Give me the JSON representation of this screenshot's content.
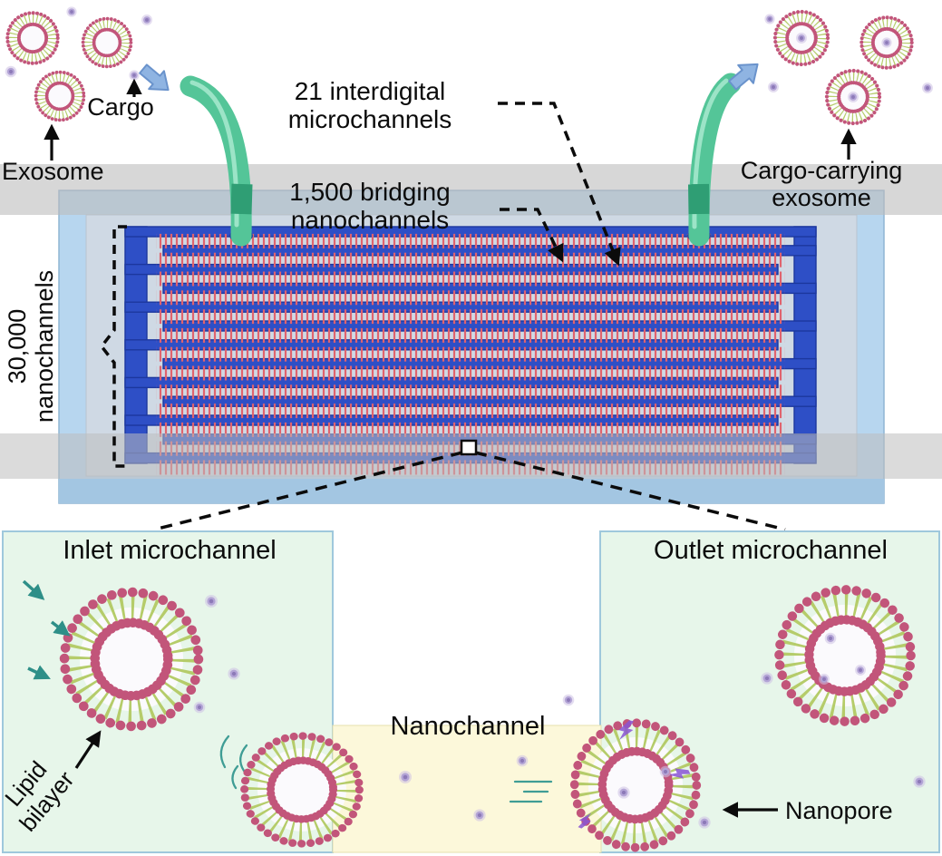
{
  "colors": {
    "chip_channel_blue": "#2e4fc6",
    "nanochannel_red": "#e0636e",
    "tubing_green": "#54c598",
    "chip_body_blue": "#b7d6ef",
    "glass_gray": "#bdbdbd",
    "panel_green": "#e7f6ea",
    "nanochannel_yellow": "#fcf8da",
    "cargo_purple": "#b3a4d6",
    "flow_arrow_blue": "#8fb4e2",
    "accent_teal": "#2e8f88"
  },
  "top": {
    "exosome_label": "Exosome",
    "cargo_label": "Cargo",
    "interdigital_label": {
      "line1": "21 interdigital",
      "line2": "microchannels"
    },
    "bridging_label": {
      "line1": "1,500 bridging",
      "line2": "nanochannels"
    },
    "count_label": {
      "line1": "30,000",
      "line2": "nanochannels"
    },
    "cargo_carrying_label": {
      "line1": "Cargo-carrying",
      "line2": "exosome"
    }
  },
  "bottom": {
    "inlet_label": "Inlet microchannel",
    "outlet_label": "Outlet microchannel",
    "nanochannel_label": "Nanochannel",
    "lipid_label": {
      "line1": "Lipid",
      "line2": "bilayer"
    },
    "nanopore_label": "Nanopore"
  }
}
